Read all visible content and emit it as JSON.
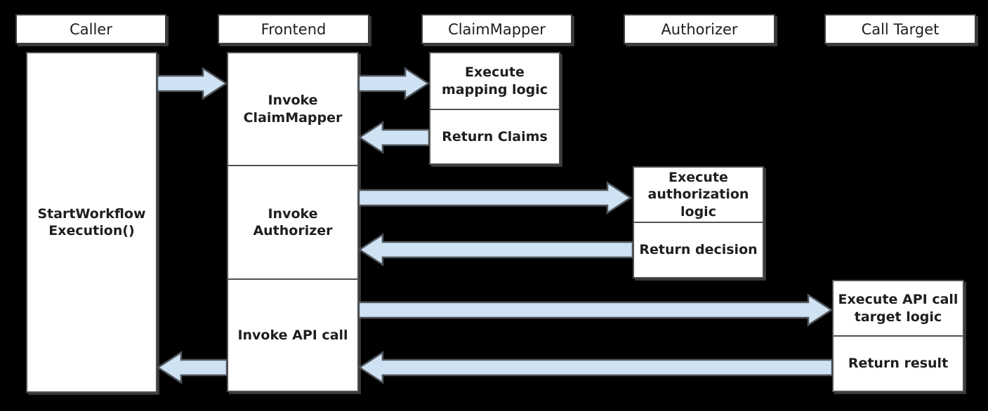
{
  "diagram_type": "sequence-diagram",
  "colors": {
    "background": "#000000",
    "box_fill": "#ffffff",
    "header_border": "#3f3f3f",
    "box_border": "#515151",
    "shadow": "#383838",
    "arrow_fill": "#cfe2f3",
    "arrow_stroke": "#4f5459",
    "text": "#1e1e1e"
  },
  "lanes": [
    {
      "id": "caller",
      "label": "Caller"
    },
    {
      "id": "frontend",
      "label": "Frontend"
    },
    {
      "id": "claim_mapper",
      "label": "ClaimMapper"
    },
    {
      "id": "authorizer",
      "label": "Authorizer"
    },
    {
      "id": "call_target",
      "label": "Call Target"
    }
  ],
  "activities": {
    "caller": [
      "StartWorkflow\nExecution()"
    ],
    "frontend": [
      "Invoke\nClaimMapper",
      "Invoke\nAuthorizer",
      "Invoke API call"
    ],
    "claim_mapper": [
      "Execute\nmapping logic",
      "Return Claims"
    ],
    "authorizer": [
      "Execute\nauthorization\nlogic",
      "Return decision"
    ],
    "call_target": [
      "Execute API call\ntarget logic",
      "Return result"
    ]
  },
  "flows": [
    {
      "from": "Caller",
      "to": "Frontend",
      "direction": "right"
    },
    {
      "from": "Frontend",
      "to": "ClaimMapper",
      "direction": "right"
    },
    {
      "from": "ClaimMapper",
      "to": "Frontend",
      "direction": "left"
    },
    {
      "from": "Frontend",
      "to": "Authorizer",
      "direction": "right"
    },
    {
      "from": "Authorizer",
      "to": "Frontend",
      "direction": "left"
    },
    {
      "from": "Frontend",
      "to": "Call Target",
      "direction": "right"
    },
    {
      "from": "Call Target",
      "to": "Frontend",
      "direction": "left"
    },
    {
      "from": "Frontend",
      "to": "Caller",
      "direction": "left"
    }
  ]
}
